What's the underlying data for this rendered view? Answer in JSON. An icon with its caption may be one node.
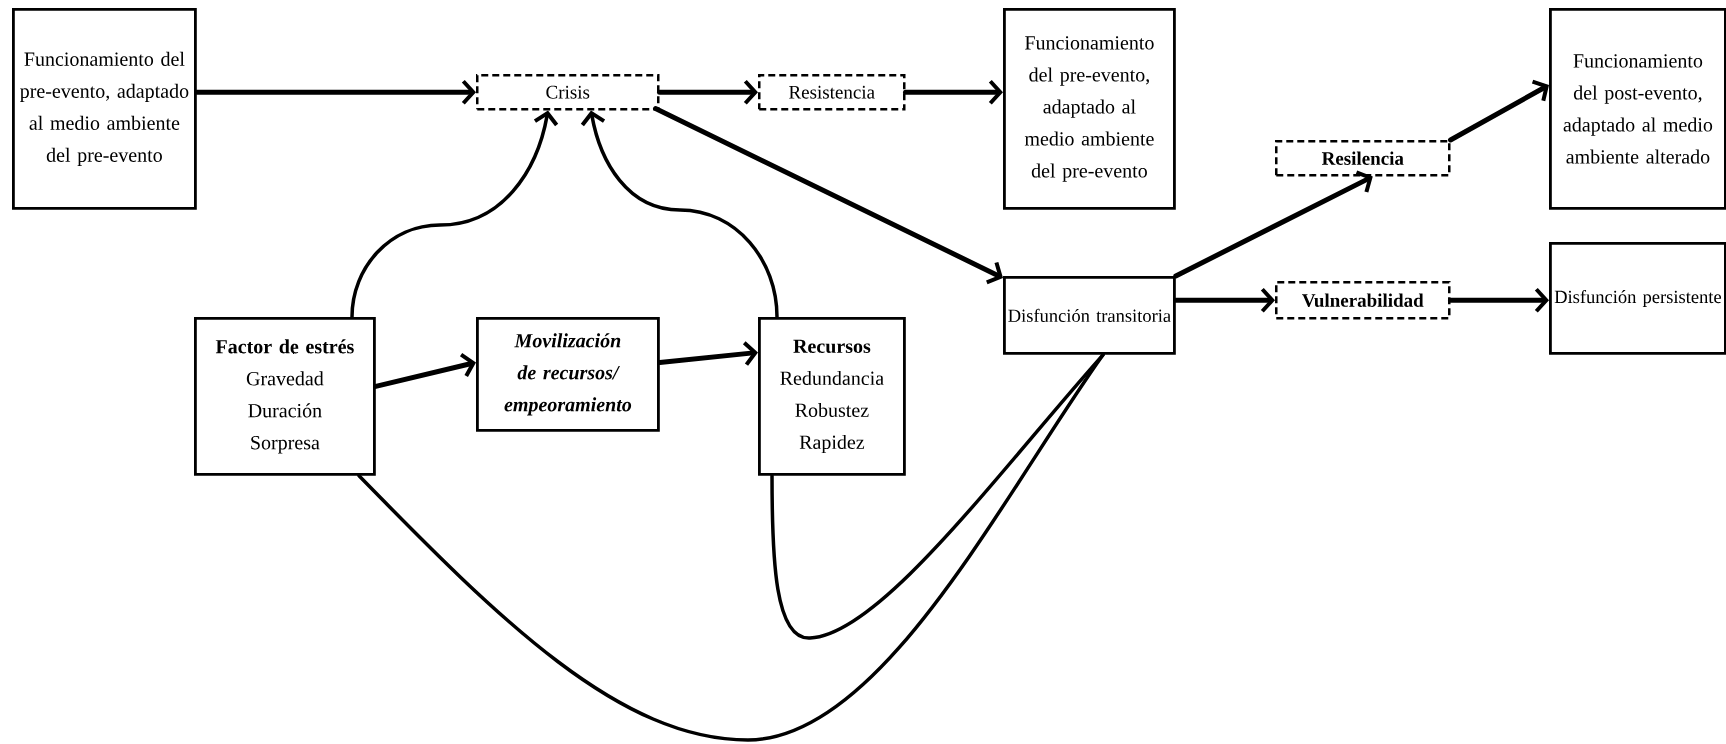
{
  "diagram": {
    "nodes": [
      {
        "text": [
          "Funcionamiento del pre-evento, adaptado al medio ambiente del pre-evento"
        ]
      },
      {
        "text": [
          "Crisis"
        ]
      },
      {
        "text": [
          "Resistencia"
        ]
      },
      {
        "text": [
          "Funcionamiento del pre-evento, adaptado al medio ambiente del pre-evento"
        ]
      },
      {
        "text": [
          "Resilencia"
        ]
      },
      {
        "text": [
          "Funcionamiento del post-evento, adaptado al medio ambiente alterado"
        ]
      },
      {
        "text": [
          "Factor de estrés",
          "Gravedad",
          "Duración",
          "Sorpresa"
        ]
      },
      {
        "text": [
          "Movilización de recursos/ empeoramiento"
        ]
      },
      {
        "text": [
          "Recursos",
          "Redundancia",
          "Robustez",
          "Rapidez"
        ]
      },
      {
        "text": [
          "Disfunción transitoria"
        ]
      },
      {
        "text": [
          "Vulnerabilidad"
        ]
      },
      {
        "text": [
          "Disfunción persistente"
        ]
      }
    ],
    "edges": [
      {
        "from": 0,
        "to": 1,
        "arrow": "to"
      },
      {
        "from": 1,
        "to": 2,
        "arrow": "to"
      },
      {
        "from": 2,
        "to": 3,
        "arrow": "to"
      },
      {
        "from": 1,
        "to": 9,
        "arrow": "to"
      },
      {
        "from": 9,
        "to": 4,
        "arrow": "to"
      },
      {
        "from": 4,
        "to": 5,
        "arrow": "to"
      },
      {
        "from": 9,
        "to": 10,
        "arrow": "to"
      },
      {
        "from": 10,
        "to": 11,
        "arrow": "to"
      },
      {
        "from": 6,
        "to": 1,
        "arrow": "to"
      },
      {
        "from": 8,
        "to": 1,
        "arrow": "to"
      },
      {
        "from": 6,
        "to": 7,
        "arrow": "to"
      },
      {
        "from": 7,
        "to": 8,
        "arrow": "to"
      },
      {
        "from": 6,
        "to": 9,
        "arrow": "none"
      },
      {
        "from": 8,
        "to": 9,
        "arrow": "none"
      }
    ]
  }
}
